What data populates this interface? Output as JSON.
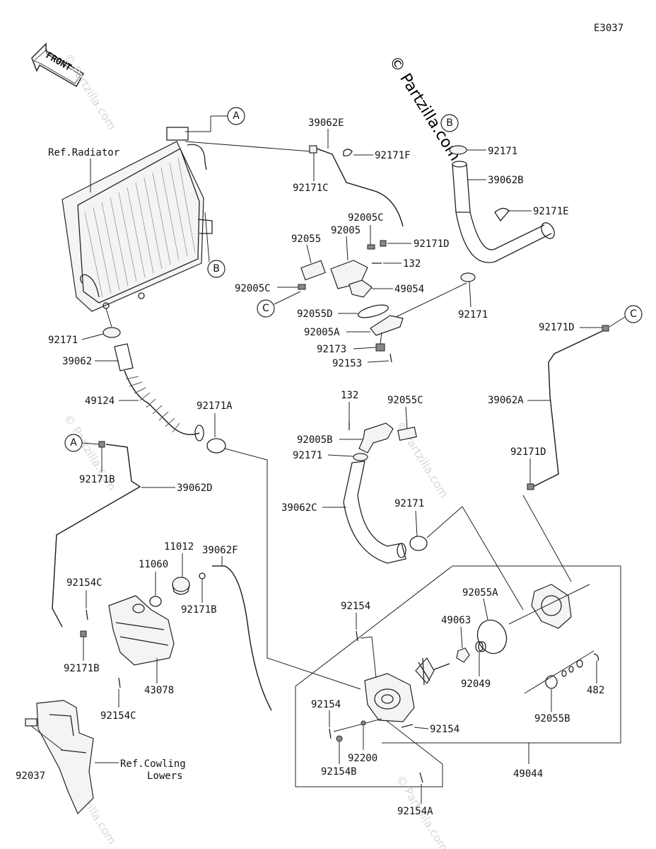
{
  "diagram_code": "E3037",
  "watermark": "© Partzilla.com",
  "front_label": "FRONT",
  "refs": {
    "radiator": "Ref.Radiator",
    "cowling_line1": "Ref.Cowling",
    "cowling_line2": "Lowers"
  },
  "connectors": [
    "A",
    "B",
    "C"
  ],
  "labels": {
    "p39062E": "39062E",
    "p92171F": "92171F",
    "p92171C": "92171C",
    "p92171_b": "92171",
    "p39062B": "39062B",
    "p92171E": "92171E",
    "p92005C_top": "92005C",
    "p92055": "92055",
    "p92005": "92005",
    "p92171D_top": "92171D",
    "p132_top": "132",
    "p92005C_left": "92005C",
    "p49054": "49054",
    "p92055D": "92055D",
    "p92171_mid": "92171",
    "p92005A": "92005A",
    "p92173": "92173",
    "p92153": "92153",
    "p92171_left": "92171",
    "p39062": "39062",
    "p49124": "49124",
    "p92171A": "92171A",
    "p92171D_c": "92171D",
    "p132_mid": "132",
    "p92055C": "92055C",
    "p92005B": "92005B",
    "p92171_hose": "92171",
    "p39062A": "39062A",
    "p92171D_low": "92171D",
    "p92171B_top": "92171B",
    "p39062D": "39062D",
    "p39062C": "39062C",
    "p92171_pump": "92171",
    "p39062F": "39062F",
    "p11012": "11012",
    "p11060": "11060",
    "p92154C_top": "92154C",
    "p92171B_mid": "92171B",
    "p92154_top": "92154",
    "p92055A": "92055A",
    "p49063": "49063",
    "p92049": "92049",
    "p92171B_low": "92171B",
    "p43078": "43078",
    "p92154C_low": "92154C",
    "p482": "482",
    "p92055B": "92055B",
    "p92154_left": "92154",
    "p92154_right": "92154",
    "p92200": "92200",
    "p92154B": "92154B",
    "p49044": "49044",
    "p92037": "92037",
    "p92154A": "92154A"
  }
}
